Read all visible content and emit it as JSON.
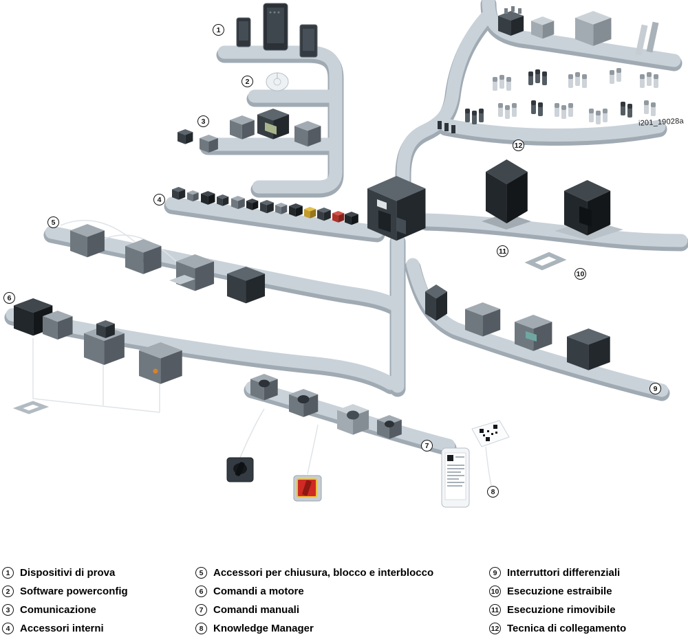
{
  "figure": {
    "watermark": "i201_19028a"
  },
  "callouts": {
    "n1": "1",
    "n2": "2",
    "n3": "3",
    "n4": "4",
    "n5": "5",
    "n6": "6",
    "n7": "7",
    "n8": "8",
    "n9": "9",
    "n10": "10",
    "n11": "11",
    "n12": "12"
  },
  "legend": {
    "items": [
      {
        "num": "1",
        "label": "Dispositivi di prova"
      },
      {
        "num": "2",
        "label": "Software powerconfig"
      },
      {
        "num": "3",
        "label": "Comunicazione"
      },
      {
        "num": "4",
        "label": "Accessori interni"
      },
      {
        "num": "5",
        "label": "Accessori per chiusura, blocco e interblocco"
      },
      {
        "num": "6",
        "label": "Comandi a motore"
      },
      {
        "num": "7",
        "label": "Comandi manuali"
      },
      {
        "num": "8",
        "label": "Knowledge Manager"
      },
      {
        "num": "9",
        "label": "Interruttori differenziali"
      },
      {
        "num": "10",
        "label": "Esecuzione estraibile"
      },
      {
        "num": "11",
        "label": "Esecuzione rimovibile"
      },
      {
        "num": "12",
        "label": "Tecnica di collegamento"
      }
    ]
  },
  "colors": {
    "rail": "#c9d2d9",
    "rail_shadow": "#a0aab3",
    "component_dark": "#23282d",
    "accent_red": "#cf2b23",
    "accent_yellow": "#e3c04a",
    "accent_orange": "#d9822b"
  }
}
